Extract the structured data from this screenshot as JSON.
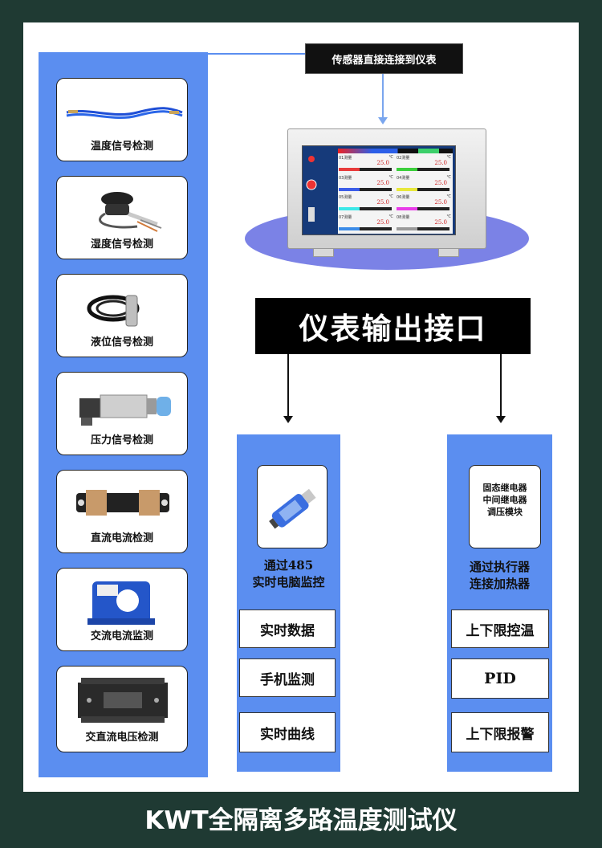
{
  "top_label": "传感器直接连接到仪表",
  "output_title": "仪表输出接口",
  "sensors": [
    {
      "label": "温度信号检测",
      "icon": "thermocouple-wire-icon"
    },
    {
      "label": "湿度信号检测",
      "icon": "humidity-probe-icon"
    },
    {
      "label": "液位信号检测",
      "icon": "level-sensor-icon"
    },
    {
      "label": "压力信号检测",
      "icon": "pressure-transmitter-icon"
    },
    {
      "label": "直流电流检测",
      "icon": "shunt-resistor-icon"
    },
    {
      "label": "交流电流监测",
      "icon": "current-transformer-icon"
    },
    {
      "label": "交直流电压检测",
      "icon": "voltage-module-icon"
    }
  ],
  "screen": {
    "channels": [
      {
        "name": "01测量",
        "value": "25.0",
        "unit": "℃",
        "color": "#e83c3c"
      },
      {
        "name": "02测量",
        "value": "25.0",
        "unit": "℃",
        "color": "#3ccf3c"
      },
      {
        "name": "03测量",
        "value": "25.0",
        "unit": "℃",
        "color": "#3c5de8"
      },
      {
        "name": "04测量",
        "value": "25.0",
        "unit": "℃",
        "color": "#e8e83c"
      },
      {
        "name": "05测量",
        "value": "25.0",
        "unit": "℃",
        "color": "#3ce8e8"
      },
      {
        "name": "06测量",
        "value": "25.0",
        "unit": "℃",
        "color": "#e83ce8"
      },
      {
        "name": "07测量",
        "value": "25.0",
        "unit": "℃",
        "color": "#3c8ce8"
      },
      {
        "name": "08测量",
        "value": "25.0",
        "unit": "℃",
        "color": "#9a9a9a"
      }
    ]
  },
  "mid_column": {
    "caption_line1": "通过485",
    "caption_line2": "实时电脑监控",
    "features": [
      "实时数据",
      "手机监测",
      "实时曲线"
    ],
    "icon": "usb-485-converter-icon"
  },
  "right_column": {
    "relay_lines": [
      "固态继电器",
      "中间继电器",
      "调压模块"
    ],
    "caption_line1": "通过执行器",
    "caption_line2": "连接加热器",
    "features": [
      "上下限控温",
      "PID",
      "上下限报警"
    ]
  },
  "footer_title": "KWT全隔离多路温度测试仪",
  "colors": {
    "background": "#1f3a33",
    "accent_blue": "#5b8ef0",
    "ellipse": "#7b82e6"
  }
}
